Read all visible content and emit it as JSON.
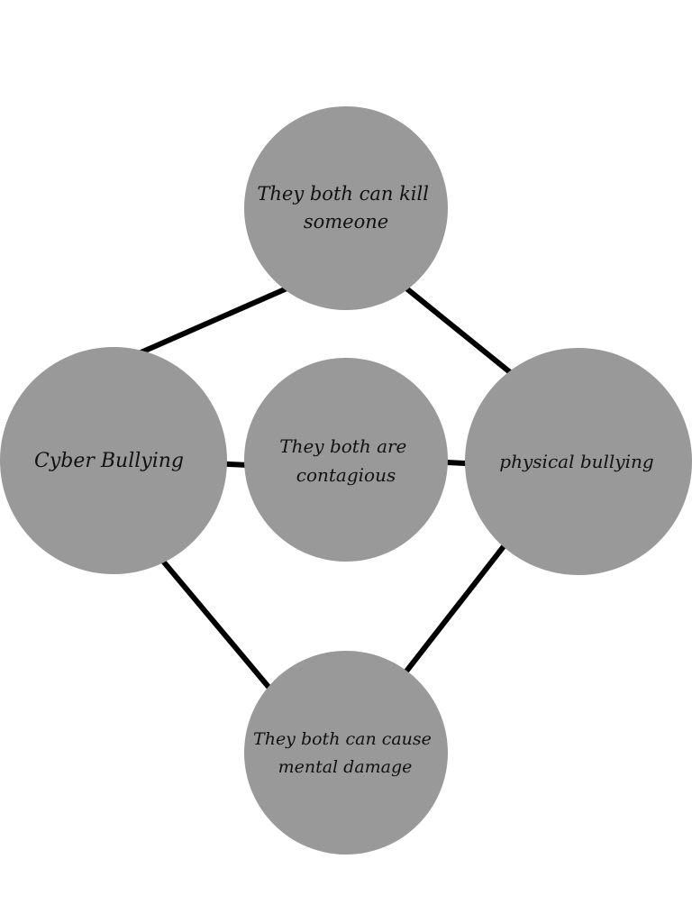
{
  "colors": {
    "background": "#ffffff",
    "node_fill": "#999999",
    "connector": "#000000",
    "text": "#111111"
  },
  "nodes": {
    "top": {
      "lines": [
        "They both can kill",
        "someone"
      ]
    },
    "left": {
      "lines": [
        "Cyber Bullying"
      ]
    },
    "center": {
      "lines": [
        "They both are",
        "contagious"
      ]
    },
    "right": {
      "lines": [
        "physical bullying"
      ]
    },
    "bottom": {
      "lines": [
        "They both can cause",
        "mental damage"
      ]
    }
  }
}
